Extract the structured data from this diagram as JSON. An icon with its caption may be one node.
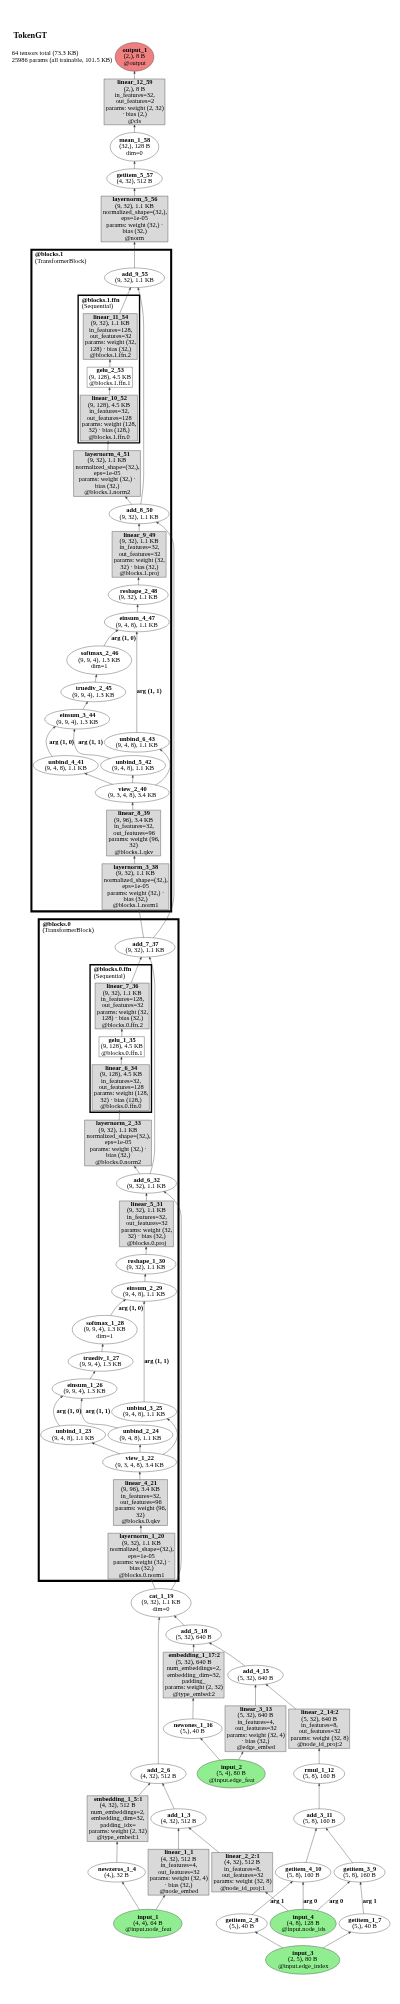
{
  "diagram": {
    "title": "TokenGT",
    "labels": [
      "64 tensors total (73.3 KB)",
      "25986 params (all trainable, 101.5 KB)"
    ],
    "nodes": [
      {
        "text": [
          "output_1",
          "(2,), 8 B",
          "@output"
        ]
      },
      {
        "text": [
          "linear_12_59",
          "(2,), 8 B",
          "in_features=32, out_features=2",
          "params: weight (2, 32) · bias (2,)",
          "@cls"
        ]
      },
      {
        "text": [
          "mean_1_58",
          "(32,), 128 B",
          "dim=0"
        ]
      },
      {
        "text": [
          "getitem_5_57",
          "(4, 32), 512 B"
        ]
      },
      {
        "text": [
          "layernorm_5_56",
          "(9, 32), 1.1 KB",
          "normalized_shape=(32,), eps=1e-05",
          "params: weight (32,) · bias (32,)",
          "@norm"
        ]
      },
      {
        "text": [
          "@blocks.1",
          "(TransformerBlock)"
        ]
      },
      {
        "text": [
          "add_9_55",
          "(9, 32), 1.1 KB"
        ],
        "in": 5
      },
      {
        "text": [
          "@blocks.1.ffn",
          "(Sequential)"
        ],
        "in": 5
      },
      {
        "text": [
          "linear_11_54",
          "(9, 32), 1.1 KB",
          "in_features=128, out_features=32",
          "params: weight (32, 128) · bias (32,)",
          "@blocks.1.ffn.2"
        ],
        "in": 7
      },
      {
        "text": [
          "gelu_2_53",
          "(9, 128), 4.5 KB",
          "@blocks.1.ffn.1"
        ],
        "in": 7
      },
      {
        "text": [
          "linear_10_52",
          "(9, 128), 4.5 KB",
          "in_features=32, out_features=128",
          "params: weight (128, 32) · bias (128,)",
          "@blocks.1.ffn.0"
        ],
        "in": 7
      },
      {
        "text": [
          "layernorm_4_51",
          "(9, 32), 1.1 KB",
          "normalized_shape=(32,), eps=1e-05",
          "params: weight (32,) · bias (32,)",
          "@blocks.1.norm2"
        ],
        "in": 5
      },
      {
        "text": [
          "add_8_50",
          "(9, 32), 1.1 KB"
        ],
        "in": 5
      },
      {
        "text": [
          "linear_9_49",
          "(9, 32), 1.1 KB",
          "in_features=32, out_features=32",
          "params: weight (32, 32) · bias (32,)",
          "@blocks.1.proj"
        ],
        "in": 5
      },
      {
        "text": [
          "reshape_2_48",
          "(9, 32), 1.1 KB"
        ],
        "in": 5
      },
      {
        "text": [
          "einsum_4_47",
          "(9, 4, 8), 1.1 KB"
        ],
        "in": 5
      },
      {
        "text": [
          "softmax_2_46",
          "(9, 9, 4), 1.3 KB",
          "dim=1"
        ],
        "in": 5
      },
      {
        "text": [
          "truediv_2_45",
          "(9, 9, 4), 1.3 KB"
        ],
        "in": 5
      },
      {
        "text": [
          "einsum_3_44",
          "(9, 9, 4), 1.3 KB"
        ],
        "in": 5
      },
      {
        "text": [
          "unbind_4_41",
          "(9, 4, 8), 1.1 KB"
        ],
        "in": 5
      },
      {
        "text": [
          "unbind_5_42",
          "(9, 4, 8), 1.1 KB"
        ],
        "in": 5
      },
      {
        "text": [
          "unbind_6_43",
          "(9, 4, 8), 1.1 KB"
        ],
        "in": 5
      },
      {
        "text": [
          "view_2_40",
          "(9, 3, 4, 8), 3.4 KB"
        ],
        "in": 5
      },
      {
        "text": [
          "linear_8_39",
          "(9, 96), 3.4 KB",
          "in_features=32, out_features=96",
          "params: weight (96, 32)",
          "@blocks.1.qkv"
        ],
        "in": 5
      },
      {
        "text": [
          "layernorm_3_38",
          "(9, 32), 1.1 KB",
          "normalized_shape=(32,), eps=1e-05",
          "params: weight (32,) · bias (32,)",
          "@blocks.1.norm1"
        ],
        "in": 5
      },
      {
        "text": [
          "@blocks.0",
          "(TransformerBlock)"
        ]
      },
      {
        "text": [
          "add_7_37",
          "(9, 32), 1.1 KB"
        ],
        "in": 25
      },
      {
        "text": [
          "@blocks.0.ffn",
          "(Sequential)"
        ],
        "in": 25
      },
      {
        "text": [
          "linear_7_36",
          "(9, 32), 1.1 KB",
          "in_features=128, out_features=32",
          "params: weight (32, 128) · bias (32,)",
          "@blocks.0.ffn.2"
        ],
        "in": 27
      },
      {
        "text": [
          "gelu_1_35",
          "(9, 128), 4.5 KB",
          "@blocks.0.ffn.1"
        ],
        "in": 27
      },
      {
        "text": [
          "linear_6_34",
          "(9, 128), 4.5 KB",
          "in_features=32, out_features=128",
          "params: weight (128, 32) · bias (128,)",
          "@blocks.0.ffn.0"
        ],
        "in": 27
      },
      {
        "text": [
          "layernorm_2_33",
          "(9, 32), 1.1 KB",
          "normalized_shape=(32,), eps=1e-05",
          "params: weight (32,) · bias (32,)",
          "@blocks.0.norm2"
        ],
        "in": 25
      },
      {
        "text": [
          "add_6_32",
          "(9, 32), 1.1 KB"
        ],
        "in": 25
      },
      {
        "text": [
          "linear_5_31",
          "(9, 32), 1.1 KB",
          "in_features=32, out_features=32",
          "params: weight (32, 32) · bias (32,)",
          "@blocks.0.proj"
        ],
        "in": 25
      },
      {
        "text": [
          "reshape_1_30",
          "(9, 32), 1.1 KB"
        ],
        "in": 25
      },
      {
        "text": [
          "einsum_2_29",
          "(9, 4, 8), 1.1 KB"
        ],
        "in": 25
      },
      {
        "text": [
          "softmax_1_28",
          "(9, 9, 4), 1.3 KB",
          "dim=1"
        ],
        "in": 25
      },
      {
        "text": [
          "truediv_1_27",
          "(9, 9, 4), 1.3 KB"
        ],
        "in": 25
      },
      {
        "text": [
          "einsum_1_26",
          "(9, 9, 4), 1.3 KB"
        ],
        "in": 25
      },
      {
        "text": [
          "unbind_1_23",
          "(9, 4, 8), 1.1 KB"
        ],
        "in": 25
      },
      {
        "text": [
          "unbind_2_24",
          "(9, 4, 8), 1.1 KB"
        ],
        "in": 25
      },
      {
        "text": [
          "unbind_3_25",
          "(9, 4, 8), 1.1 KB"
        ],
        "in": 25
      },
      {
        "text": [
          "view_1_22",
          "(9, 3, 4, 8), 3.4 KB"
        ],
        "in": 25
      },
      {
        "text": [
          "linear_4_21",
          "(9, 96), 3.4 KB",
          "in_features=32, out_features=96",
          "params: weight (96, 32)",
          "@blocks.0.qkv"
        ],
        "in": 25
      },
      {
        "text": [
          "layernorm_1_20",
          "(9, 32), 1.1 KB",
          "normalized_shape=(32,), eps=1e-05",
          "params: weight (32,) · bias (32,)",
          "@blocks.0.norm1"
        ],
        "in": 25
      },
      {
        "text": [
          "cat_1_19",
          "(9, 32), 1.1 KB",
          "dim=0"
        ]
      },
      {
        "text": [
          "add_5_18",
          "(5, 32), 640 B"
        ]
      },
      {
        "text": [
          "embedding_1_17:2",
          "(5, 32), 640 B",
          "num_embeddings=2, embedding_dim=32, padding_",
          "params: weight (2, 32)",
          "@type_embed:2"
        ]
      },
      {
        "text": [
          "add_4_15",
          "(5, 32), 640 B"
        ]
      },
      {
        "text": [
          "linear_2_14:2",
          "(5, 32), 640 B",
          "in_features=8, out_features=32",
          "params: weight (32, 8)",
          "@node_id_proj:2"
        ]
      },
      {
        "text": [
          "linear_3_13",
          "(5, 32), 640 B",
          "in_features=4, out_features=32",
          "params: weight (32, 4) · bias (32,)",
          "@edge_embed"
        ]
      },
      {
        "text": [
          "newones_1_16",
          "(5,), 40 B"
        ]
      },
      {
        "text": [
          "input_2",
          "(5, 4), 80 B",
          "@input.edge_feat"
        ]
      },
      {
        "text": [
          "rmul_1_12",
          "(5, 8), 160 B"
        ]
      },
      {
        "text": [
          "add_2_6",
          "(4, 32), 512 B"
        ]
      },
      {
        "text": [
          "embedding_1_5:1",
          "(4, 32), 512 B",
          "num_embeddings=2, embedding_dim=32, padding_idx=",
          "params: weight (2, 32)",
          "@type_embed:1"
        ]
      },
      {
        "text": [
          "add_1_3",
          "(4, 32), 512 B"
        ]
      },
      {
        "text": [
          "add_3_11",
          "(5, 8), 160 B"
        ]
      },
      {
        "text": [
          "linear_1_1",
          "(4, 32), 512 B",
          "in_features=4, out_features=32",
          "params: weight (32, 4) · bias (32,)",
          "@node_embed"
        ]
      },
      {
        "text": [
          "newzeros_1_4",
          "(4,), 32 B"
        ]
      },
      {
        "text": [
          "linear_2_2:1",
          "(4, 32), 512 B",
          "in_features=8, out_features=32",
          "params: weight (32, 8)",
          "@node_id_proj:1"
        ]
      },
      {
        "text": [
          "getitem_3_9",
          "(5, 8), 160 B"
        ]
      },
      {
        "text": [
          "getitem_4_10",
          "(5, 8), 160 B"
        ]
      },
      {
        "text": [
          "input_1",
          "(4, 4), 64 B",
          "@input.node_feat"
        ]
      },
      {
        "text": [
          "input_4",
          "(4, 8), 128 B",
          "@input.node_ids"
        ]
      },
      {
        "text": [
          "getitem_1_7",
          "(5,), 40 B"
        ]
      },
      {
        "text": [
          "getitem_2_8",
          "(5,), 40 B"
        ]
      },
      {
        "text": [
          "input_3",
          "(2, 5), 80 B",
          "@input.edge_index"
        ]
      }
    ],
    "edges": [
      {
        "from": 63,
        "to": 58,
        "arrow": "to"
      },
      {
        "from": 63,
        "to": 59,
        "arrow": "to"
      },
      {
        "from": 58,
        "to": 56,
        "arrow": "to"
      },
      {
        "from": 64,
        "to": 60,
        "arrow": "to"
      },
      {
        "from": 60,
        "to": 56,
        "arrow": "to"
      },
      {
        "from": 59,
        "to": 55,
        "arrow": "to"
      },
      {
        "from": 56,
        "to": 54,
        "arrow": "to"
      },
      {
        "from": 55,
        "to": 54,
        "arrow": "to"
      },
      {
        "from": 67,
        "to": 65,
        "arrow": "to"
      },
      {
        "from": 67,
        "to": 66,
        "arrow": "to"
      },
      {
        "from": 64,
        "to": 61,
        "arrow": "to",
        "label": "arg 0"
      },
      {
        "from": 65,
        "to": 61,
        "arrow": "to",
        "label": "arg 1"
      },
      {
        "from": 64,
        "to": 62,
        "arrow": "to",
        "label": "arg 0"
      },
      {
        "from": 66,
        "to": 62,
        "arrow": "to",
        "label": "arg 1"
      },
      {
        "from": 61,
        "to": 57,
        "arrow": "to"
      },
      {
        "from": 62,
        "to": 57,
        "arrow": "to"
      },
      {
        "from": 57,
        "to": 53,
        "arrow": "to"
      },
      {
        "from": 53,
        "to": 49,
        "arrow": "to"
      },
      {
        "from": 52,
        "to": 50,
        "arrow": "to"
      },
      {
        "from": 52,
        "to": 51,
        "arrow": "to"
      },
      {
        "from": 49,
        "to": 48,
        "arrow": "to"
      },
      {
        "from": 50,
        "to": 48,
        "arrow": "to"
      },
      {
        "from": 51,
        "to": 47,
        "arrow": "to"
      },
      {
        "from": 48,
        "to": 46,
        "arrow": "to"
      },
      {
        "from": 47,
        "to": 46,
        "arrow": "to"
      },
      {
        "from": 54,
        "to": 45,
        "arrow": "to"
      },
      {
        "from": 46,
        "to": 45,
        "arrow": "to"
      },
      {
        "from": 45,
        "to": 44,
        "arrow": "to"
      },
      {
        "from": 45,
        "to": 32,
        "arrow": "to"
      },
      {
        "from": 44,
        "to": 43,
        "arrow": "to"
      },
      {
        "from": 43,
        "to": 42,
        "arrow": "to"
      },
      {
        "from": 42,
        "to": 39,
        "arrow": "to"
      },
      {
        "from": 42,
        "to": 40,
        "arrow": "to"
      },
      {
        "from": 42,
        "to": 41,
        "arrow": "to"
      },
      {
        "from": 39,
        "to": 38,
        "arrow": "to",
        "label": "arg (1, 0)"
      },
      {
        "from": 40,
        "to": 38,
        "arrow": "to",
        "label": "arg (1, 1)"
      },
      {
        "from": 38,
        "to": 37,
        "arrow": "to"
      },
      {
        "from": 37,
        "to": 36,
        "arrow": "to"
      },
      {
        "from": 36,
        "to": 35,
        "arrow": "to",
        "label": "arg (1, 0)"
      },
      {
        "from": 41,
        "to": 35,
        "arrow": "to",
        "label": "arg (1, 1)"
      },
      {
        "from": 35,
        "to": 34,
        "arrow": "to"
      },
      {
        "from": 34,
        "to": 33,
        "arrow": "to"
      },
      {
        "from": 33,
        "to": 32,
        "arrow": "to"
      },
      {
        "from": 32,
        "to": 31,
        "arrow": "to"
      },
      {
        "from": 32,
        "to": 26,
        "arrow": "to"
      },
      {
        "from": 31,
        "to": 30,
        "arrow": "to"
      },
      {
        "from": 30,
        "to": 29,
        "arrow": "to"
      },
      {
        "from": 29,
        "to": 28,
        "arrow": "to"
      },
      {
        "from": 28,
        "to": 26,
        "arrow": "to"
      },
      {
        "from": 26,
        "to": 24,
        "arrow": "to"
      },
      {
        "from": 26,
        "to": 12,
        "arrow": "to"
      },
      {
        "from": 24,
        "to": 23,
        "arrow": "to"
      },
      {
        "from": 23,
        "to": 22,
        "arrow": "to"
      },
      {
        "from": 22,
        "to": 19,
        "arrow": "to"
      },
      {
        "from": 22,
        "to": 20,
        "arrow": "to"
      },
      {
        "from": 22,
        "to": 21,
        "arrow": "to"
      },
      {
        "from": 19,
        "to": 18,
        "arrow": "to",
        "label": "arg (1, 0)"
      },
      {
        "from": 20,
        "to": 18,
        "arrow": "to",
        "label": "arg (1, 1)"
      },
      {
        "from": 18,
        "to": 17,
        "arrow": "to"
      },
      {
        "from": 17,
        "to": 16,
        "arrow": "to"
      },
      {
        "from": 16,
        "to": 15,
        "arrow": "to",
        "label": "arg (1, 0)"
      },
      {
        "from": 21,
        "to": 15,
        "arrow": "to",
        "label": "arg (1, 1)"
      },
      {
        "from": 15,
        "to": 14,
        "arrow": "to"
      },
      {
        "from": 14,
        "to": 13,
        "arrow": "to"
      },
      {
        "from": 13,
        "to": 12,
        "arrow": "to"
      },
      {
        "from": 12,
        "to": 11,
        "arrow": "to"
      },
      {
        "from": 12,
        "to": 6,
        "arrow": "to"
      },
      {
        "from": 11,
        "to": 10,
        "arrow": "to"
      },
      {
        "from": 10,
        "to": 9,
        "arrow": "to"
      },
      {
        "from": 9,
        "to": 8,
        "arrow": "to"
      },
      {
        "from": 8,
        "to": 6,
        "arrow": "to"
      },
      {
        "from": 6,
        "to": 4,
        "arrow": "to"
      },
      {
        "from": 4,
        "to": 3,
        "arrow": "to"
      },
      {
        "from": 3,
        "to": 2,
        "arrow": "to"
      },
      {
        "from": 2,
        "to": 1,
        "arrow": "to"
      },
      {
        "from": 1,
        "to": 0,
        "arrow": "to"
      }
    ]
  }
}
